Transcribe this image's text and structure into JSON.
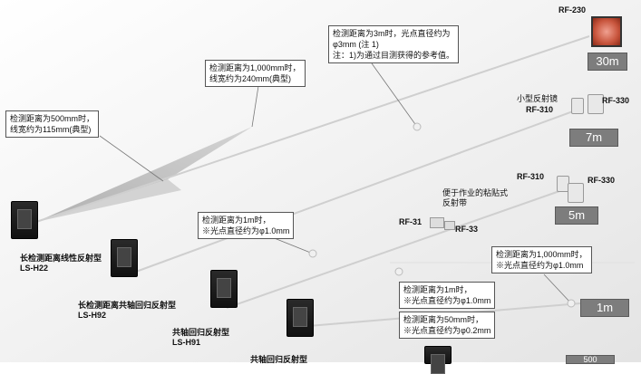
{
  "callouts": {
    "line_500": [
      "检测距离为500mm时，",
      "线宽约为115mm(典型)"
    ],
    "line_1000": [
      "检测距离为1,000mm时，",
      "线宽约为240mm(典型)"
    ],
    "far_3m": [
      "检测距离为3m时，光点直径约为",
      "φ3mm (注 1)",
      "注：1)为通过目测获得的参考值。"
    ],
    "mid_1m": [
      "检测距离为1m时，",
      "※光点直径约为φ1.0mm"
    ],
    "right_1000": [
      "检测距离为1,000mm时，",
      "※光点直径约为φ1.0mm"
    ],
    "right_1m": [
      "检测距离为1m时，",
      "※光点直径约为φ1.0mm"
    ],
    "right_50": [
      "检测距离为50mm时，",
      "※光点直径约为φ0.2mm"
    ]
  },
  "reflectors": {
    "rf230": "RF-230",
    "small_mirror": "小型反射镜",
    "rf310_a": "RF-310",
    "rf330_a": "RF-330",
    "rf310_b": "RF-310",
    "rf330_b": "RF-330",
    "tape_note": [
      "便于作业的粘贴式",
      "反射带"
    ],
    "rf31": "RF-31",
    "rf33": "RF-33"
  },
  "distances": [
    "30m",
    "7m",
    "5m",
    "1m",
    "500"
  ],
  "sensors": {
    "h22": [
      "长检测距离线性反射型",
      "LS-H22"
    ],
    "h92": [
      "长检测距离共轴回归反射型",
      "LS-H92"
    ],
    "h91": [
      "共轴回归反射型",
      "LS-H91"
    ],
    "partial": "共轴回归反射型"
  }
}
